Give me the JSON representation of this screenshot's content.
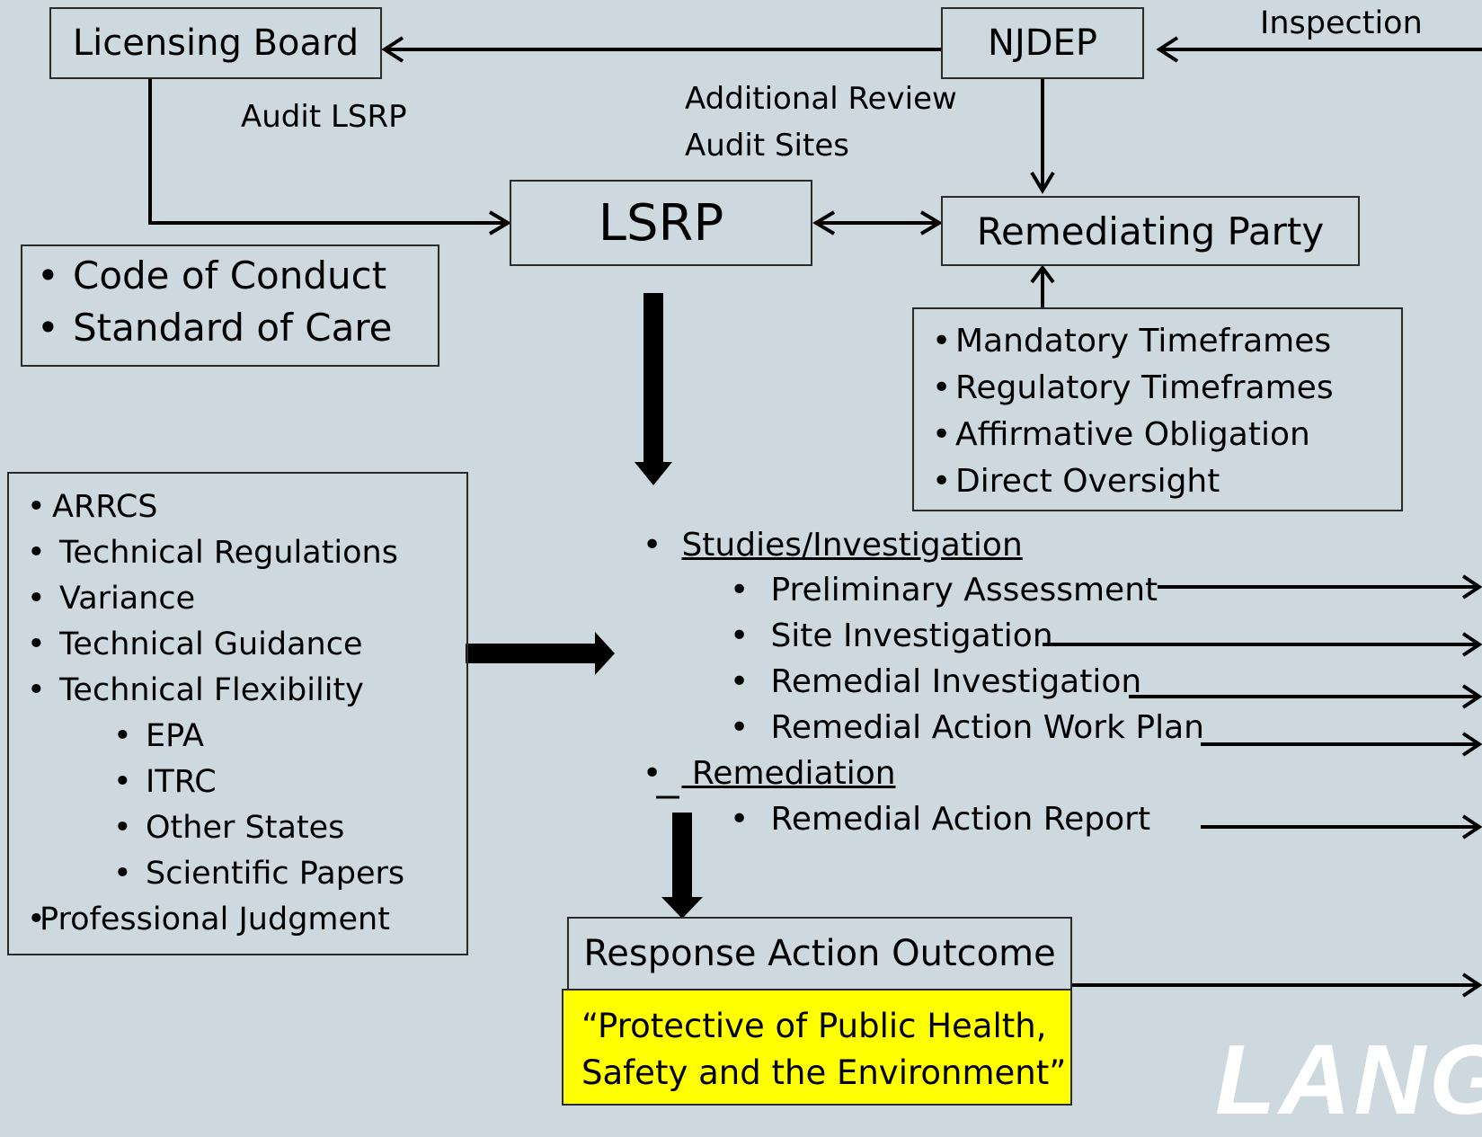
{
  "nodes": {
    "licensing_board": "Licensing Board",
    "njdep": "NJDEP",
    "lsrp": "LSRP",
    "remediating_party": "Remediating Party",
    "response_action_outcome": "Response Action Outcome"
  },
  "edge_labels": {
    "inspection": "Inspection",
    "audit_lsrp": "Audit LSRP",
    "additional_review": "Additional Review",
    "audit_sites": "Audit Sites"
  },
  "conduct_box": [
    "Code of Conduct",
    "Standard of Care"
  ],
  "timeframes_box": [
    "Mandatory Timeframes",
    "Regulatory Timeframes",
    "Affirmative Obligation",
    "Direct Oversight"
  ],
  "guidance_box": {
    "arrcs": "ARRCS",
    "items": [
      "Technical Regulations",
      "Variance",
      "Technical Guidance",
      "Technical Flexibility"
    ],
    "sub_items": [
      "EPA",
      "ITRC",
      "Other States",
      "Scientific Papers"
    ],
    "last": "Professional Judgment"
  },
  "process": {
    "studies_heading": "Studies/Investigation",
    "studies": [
      "Preliminary Assessment",
      "Site Investigation",
      "Remedial Investigation",
      "Remedial Action Work Plan"
    ],
    "remediation_heading": " Remediation",
    "remediation": [
      "Remedial Action Report"
    ]
  },
  "quote": {
    "line1": "“Protective of Public Health,",
    "line2": "Safety and the Environment”"
  },
  "logo_text": "LANG",
  "colors": {
    "background": "#cdd8df",
    "highlight": "#ffff00",
    "logo": "#ffffff"
  }
}
